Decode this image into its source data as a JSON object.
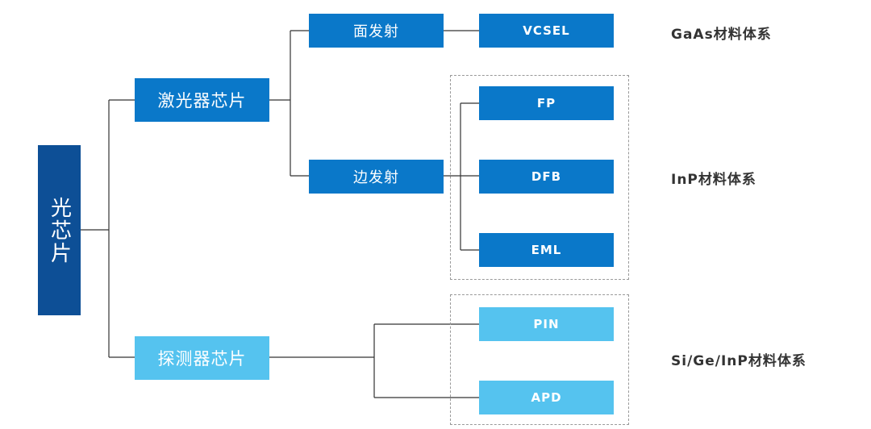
{
  "root": {
    "label": "光芯片"
  },
  "branches": {
    "laser": {
      "label": "激光器芯片",
      "surface": {
        "label": "面发射",
        "leaves": [
          "VCSEL"
        ]
      },
      "edge": {
        "label": "边发射",
        "leaves": [
          "FP",
          "DFB",
          "EML"
        ]
      }
    },
    "detector": {
      "label": "探测器芯片",
      "leaves": [
        "PIN",
        "APD"
      ]
    }
  },
  "materials": {
    "gaas": "GaAs材料体系",
    "inp": "InP材料体系",
    "si_ge_inp": "Si/Ge/InP材料体系"
  },
  "colors": {
    "root": "#0d4f96",
    "laser": "#0a78c9",
    "detector": "#55c3ef",
    "connector": "#333333",
    "group_border": "#999999"
  }
}
